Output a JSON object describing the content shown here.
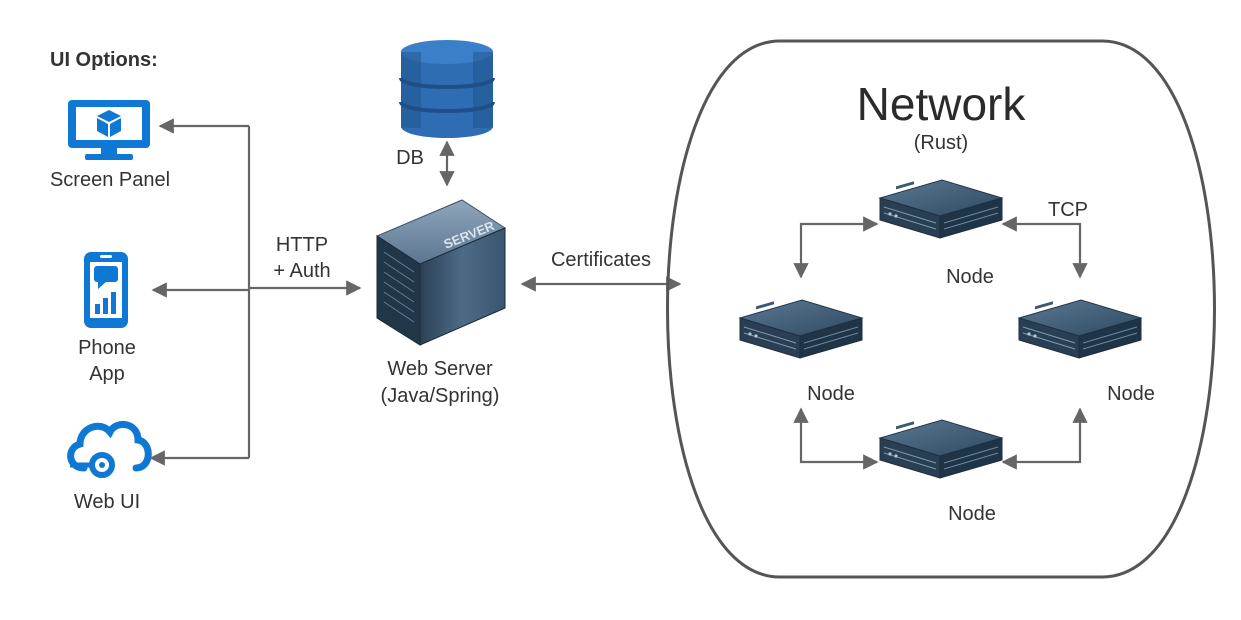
{
  "ui_options": {
    "heading": "UI Options:",
    "screen_panel": "Screen Panel",
    "phone_app_line1": "Phone",
    "phone_app_line2": "App",
    "web_ui": "Web UI"
  },
  "connections": {
    "http_line1": "HTTP",
    "http_line2": "+ Auth",
    "certificates": "Certificates",
    "tcp": "TCP"
  },
  "db": {
    "label": "DB"
  },
  "web_server": {
    "line1": "Web Server",
    "line2": "(Java/Spring)",
    "badge": "SERVER"
  },
  "network": {
    "title": "Network",
    "subtitle": "(Rust)",
    "nodes": [
      "Node",
      "Node",
      "Node",
      "Node"
    ]
  },
  "colors": {
    "icon_blue": "#0f78d4",
    "db_blue": "#2e6db4",
    "server_dark": "#2d4a63",
    "edge": "#666666"
  }
}
